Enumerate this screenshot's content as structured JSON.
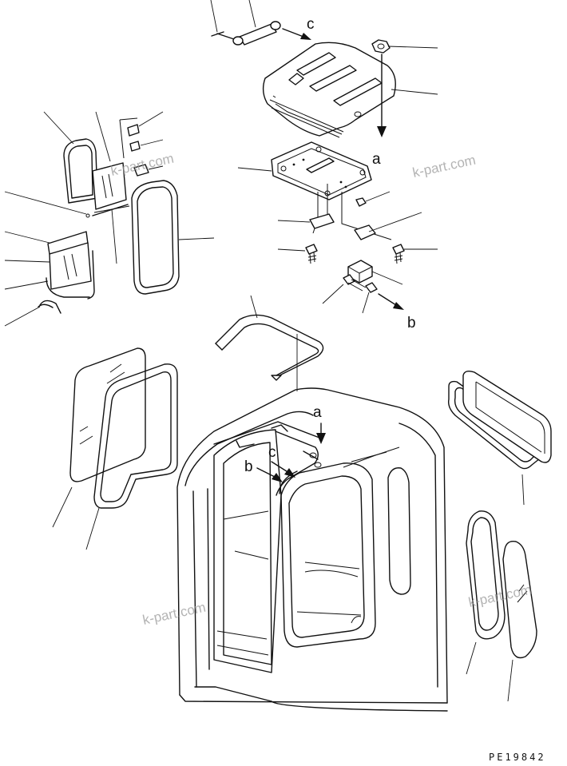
{
  "drawing_code": "PE19842",
  "watermark": "k-part.com",
  "callouts": {
    "a": "a",
    "b": "b",
    "c": "c"
  }
}
